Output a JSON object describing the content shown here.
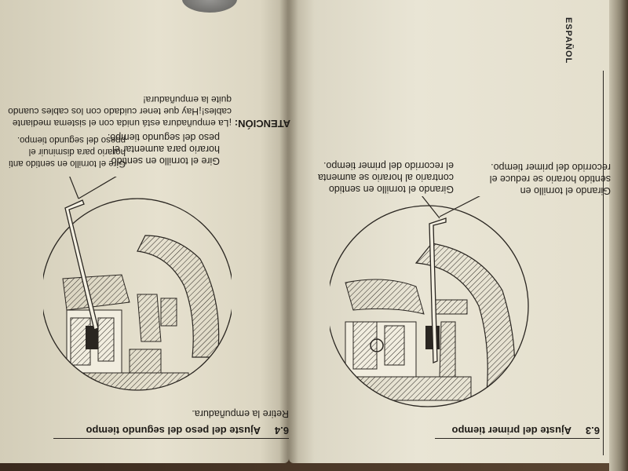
{
  "page_language": "ESPAÑOL",
  "section_63": {
    "number": "6.3",
    "title": "Ajuste del primer tiempo",
    "callout_left": [
      "Girando el tornillo en",
      "sentido horario se reduce el",
      "recorrido del primer tiempo."
    ],
    "callout_right": [
      "Girando el tornillo en sentido",
      "contrario al horario se aumenta",
      "el recorrido del primer tiempo."
    ]
  },
  "section_64": {
    "number": "6.4",
    "title": "Ajuste del peso del segundo tiempo",
    "intro": "Retire la empuñadura.",
    "callout_left": [
      "Gire el tornillo en sentido",
      "horario para aumentar el",
      "peso del segundo tiempo."
    ],
    "callout_right": [
      "Gire el tornillo en sentido anti",
      "horario para disminuir el",
      "ppeso del segundo tiempo."
    ],
    "warning_label": "ATENCIÓN:",
    "warning_text": [
      "¡La empuñadura está unida con el sistema mediante",
      "cables!¡Hay que tener cuidado con los cables cuando",
      "quite la empuñadura!"
    ]
  },
  "colors": {
    "paper": "#e6e1cf",
    "ink": "#1f1c18",
    "table": "#5b4632"
  }
}
